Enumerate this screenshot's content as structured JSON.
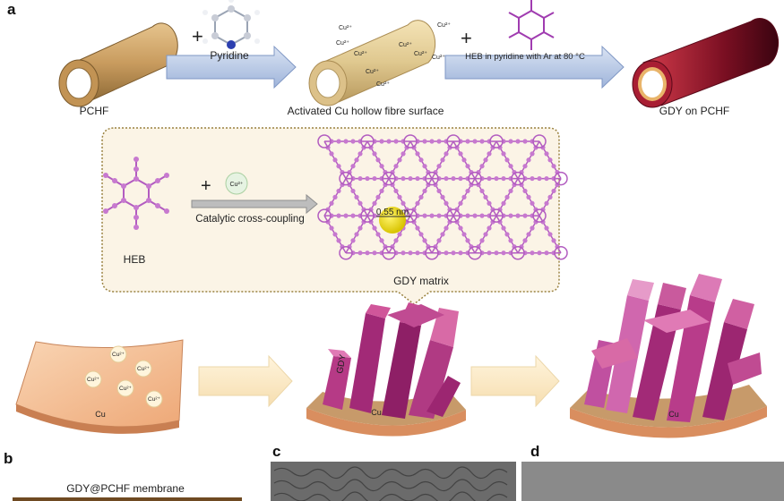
{
  "panels": {
    "a": "a",
    "b": "b",
    "c": "c",
    "d": "d"
  },
  "top_row": {
    "fibre_left": "PCHF",
    "step1_plus": "+",
    "step1_label": "Pyridine",
    "fibre_mid": "Activated Cu hollow fibre surface",
    "step2_plus": "+",
    "step2_label": "HEB in pyridine with Ar at 80 °C",
    "fibre_right": "GDY on PCHF",
    "cu_ions": [
      "Cu²⁺",
      "Cu²⁺",
      "Cu²⁺",
      "Cu²⁺",
      "Cu²⁺",
      "Cu²⁺",
      "Cu²⁺",
      "Cu²⁺",
      "Cu²⁺"
    ]
  },
  "inset": {
    "monomer": "HEB",
    "plus": "+",
    "catalyst": "Cu²⁺",
    "reaction": "Catalytic cross-coupling",
    "pore": "0.55 nm",
    "matrix": "GDY matrix"
  },
  "bottom_row": {
    "substrate1": "Cu",
    "ions": [
      "Cu²⁺",
      "Cu²⁺",
      "Cu²⁺",
      "Cu²⁺",
      "Cu²⁺"
    ],
    "gdy_tag": "GDY",
    "substrate2": "Cu",
    "substrate3": "Cu"
  },
  "panel_b": {
    "title": "GDY@PCHF membrane"
  },
  "colors": {
    "arrow_fill": "#b9c9e6",
    "arrow_edge": "#7f97c4",
    "fibre_tan": "#c9a067",
    "gdy_magenta": "#a22a77",
    "gdy_pink": "#d0569a",
    "cu_salmon": "#f3b98e",
    "inset_border": "#9a8240",
    "hex_purple": "#b25cc0"
  }
}
